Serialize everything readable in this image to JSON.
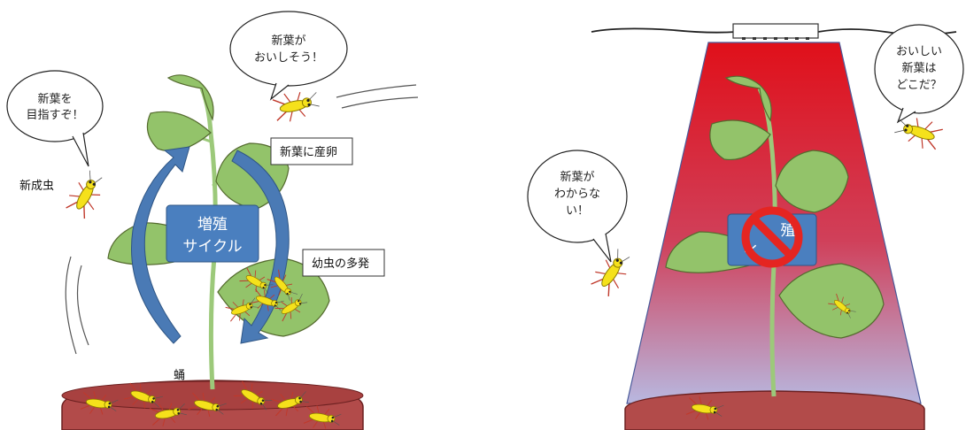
{
  "left_scene": {
    "bubble_adult": [
      "新葉を",
      "目指すぞ！"
    ],
    "bubble_flying": [
      "新葉が",
      "おいしそう！"
    ],
    "label_new_adult": "新成虫",
    "box_egg_laying": "新葉に産卵",
    "box_larvae_outbreak": "幼虫の多発",
    "cycle_label": [
      "増殖",
      "サイクル"
    ],
    "label_pupa": "蛹"
  },
  "right_scene": {
    "bubble_confused": [
      "新葉が",
      "わからな",
      "い！"
    ],
    "bubble_searching": [
      "おいしい",
      "新葉は",
      "どこだ？"
    ],
    "cycle_label_partial": [
      "殖",
      "イ"
    ]
  },
  "colors": {
    "leaf": "#93c36a",
    "stem": "#9cc97a",
    "arrow": "#4a7ab5",
    "cycle_box": "#4a7fbf",
    "pot": "#b24b4a",
    "light_top": "#e0101a",
    "light_bottom": "#b8b8e0",
    "prohibit": "#e52521",
    "insect": "#f5e11b"
  },
  "icons": [
    "insect-icon",
    "prohibition-icon",
    "led-lamp-icon"
  ]
}
